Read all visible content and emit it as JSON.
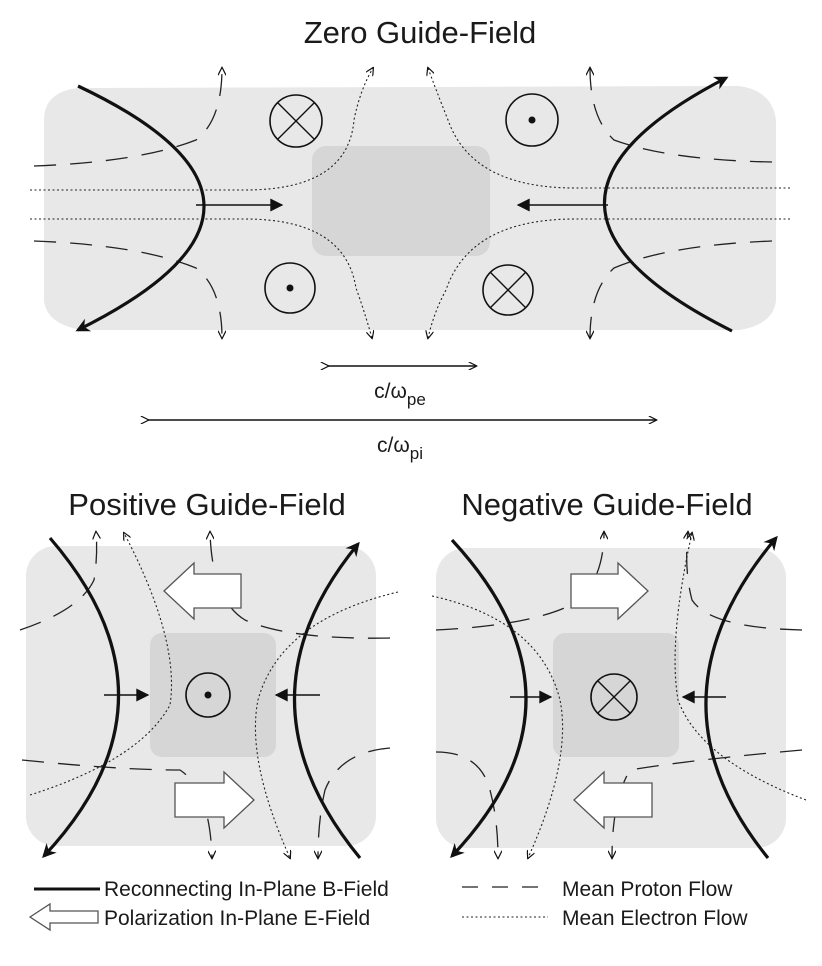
{
  "titles": {
    "zero": "Zero Guide-Field",
    "positive": "Positive Guide-Field",
    "negative": "Negative Guide-Field"
  },
  "scales": {
    "electron": {
      "base": "c/ω",
      "sub": "pe"
    },
    "ion": {
      "base": "c/ω",
      "sub": "pi"
    }
  },
  "legend": {
    "b_field": "Reconnecting In-Plane B-Field",
    "proton_flow": "Mean Proton Flow",
    "e_field": "Polarization In-Plane E-Field",
    "electron_flow": "Mean Electron Flow"
  },
  "symbols": {
    "out_of_page": "circle-dot-icon",
    "into_page": "circle-cross-icon"
  },
  "colors": {
    "outer_region": "#e8e8e8",
    "inner_region": "#d6d6d6",
    "field_line": "#111111"
  }
}
